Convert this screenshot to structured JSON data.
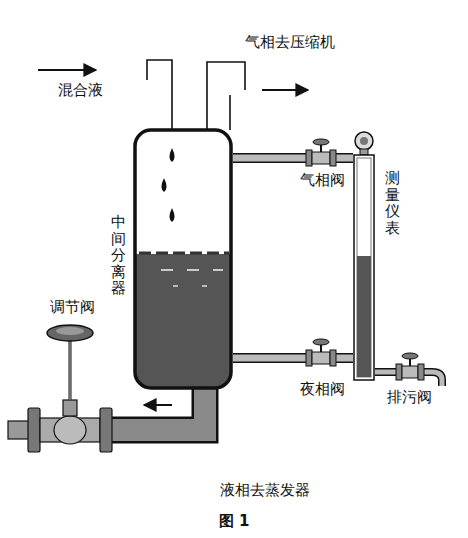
{
  "diagram": {
    "caption": "图 1",
    "nodes": [
      {
        "text": [
          "中间分离器"
        ]
      },
      {
        "text": [
          "测量仪表"
        ]
      }
    ],
    "edges": [
      {
        "from": 0,
        "to": 1,
        "arrow": "none",
        "label": "气相阀"
      },
      {
        "from": 0,
        "to": 1,
        "arrow": "none",
        "label": "夜相阀"
      }
    ],
    "labels": [
      "混合液",
      "气相去压缩机",
      "调节阀",
      "排污阀",
      "液相去蒸发器"
    ]
  }
}
